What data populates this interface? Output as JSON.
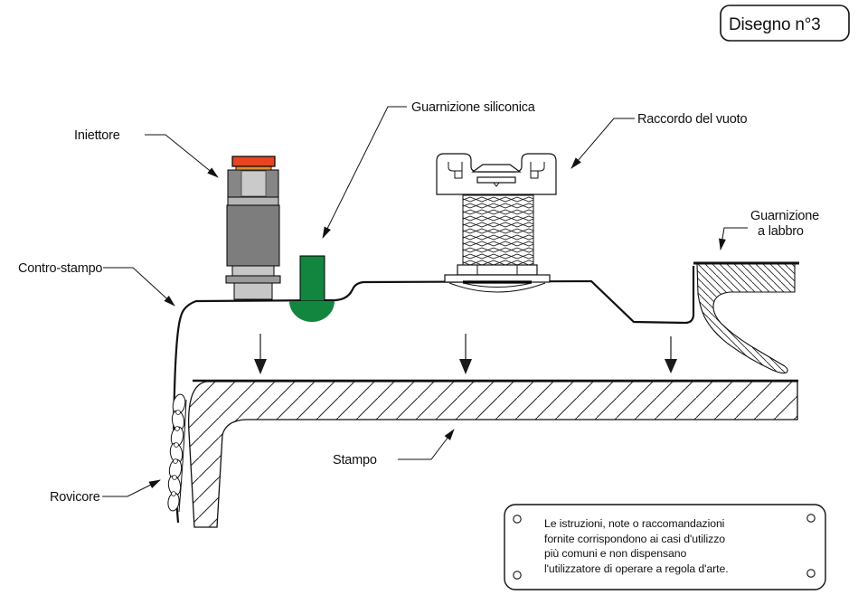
{
  "title_box": {
    "label": "Disegno n°3"
  },
  "labels": {
    "iniettore": "Iniettore",
    "guarnizione_siliconica": "Guarnizione siliconica",
    "raccordo_del_vuoto": "Raccordo del vuoto",
    "guarnizione_a_labbro_line1": "Guarnizione",
    "guarnizione_a_labbro_line2": "a labbro",
    "contro_stampo": "Contro-stampo",
    "stampo": "Stampo",
    "rovicore": "Rovicore"
  },
  "note_box": {
    "line1": "Le istruzioni, note o raccomandazioni",
    "line2": "fornite corrispondono ai casi d'utilizzo",
    "line3": "più comuni e non dispensano",
    "line4": "l'utilizzatore di operare a regola d'arte."
  },
  "colors": {
    "injector_cap": "#e8441f",
    "injector_ring": "#df8f30",
    "silicone_plug": "#12853f",
    "metal_dark": "#7d7d7d",
    "metal_light": "#c6c6c6",
    "line": "#111111"
  }
}
